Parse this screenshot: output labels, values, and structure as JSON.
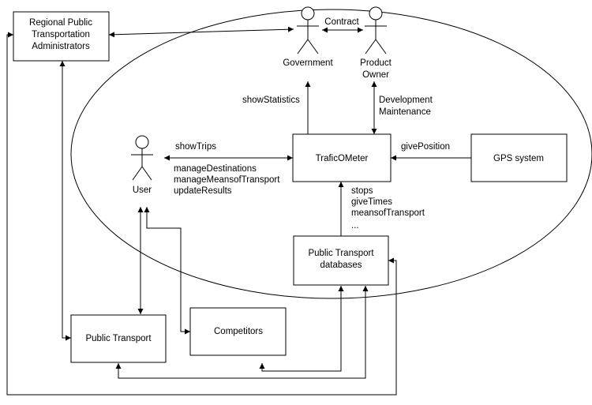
{
  "nodes": {
    "regional": {
      "line1": "Regional Public",
      "line2": "Transportation",
      "line3": "Administrators"
    },
    "government": "Government",
    "product_owner": {
      "line1": "Product",
      "line2": "Owner"
    },
    "user": "User",
    "traficometer": "TraficOMeter",
    "gps": "GPS system",
    "pt_databases": {
      "line1": "Public Transport",
      "line2": "databases"
    },
    "public_transport": "Public Transport",
    "competitors": "Competitors"
  },
  "labels": {
    "contract": "Contract",
    "show_statistics": "showStatistics",
    "development": "Development",
    "maintenance": "Maintenance",
    "show_trips": "showTrips",
    "give_position": "givePosition",
    "manage_destinations": "manageDestinations",
    "manage_means": "manageMeansofTransport",
    "update_results": "updateResults",
    "stops": "stops",
    "give_times": "giveTimes",
    "means_of_transport": "meansofTransport",
    "ellipsis": "..."
  }
}
